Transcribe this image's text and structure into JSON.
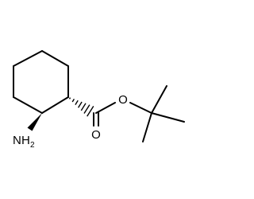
{
  "molecule": {
    "atoms": {
      "carbonyl_oxygen": "O",
      "ester_oxygen": "O",
      "amine": {
        "element": "N",
        "hydrogens": "H",
        "hydrogen_count": "2"
      }
    },
    "colors": {
      "bond": "#000000",
      "background": "#ffffff"
    }
  }
}
